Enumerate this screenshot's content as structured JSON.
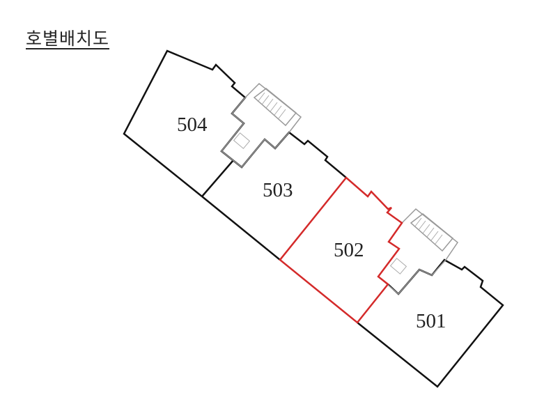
{
  "title": "호별배치도",
  "units": [
    {
      "label": "504",
      "highlighted": false
    },
    {
      "label": "503",
      "highlighted": false
    },
    {
      "label": "502",
      "highlighted": true
    },
    {
      "label": "501",
      "highlighted": false
    }
  ],
  "colors": {
    "outline": "#111111",
    "highlight": "#d42a2a",
    "stair": "#9a9a9a"
  }
}
